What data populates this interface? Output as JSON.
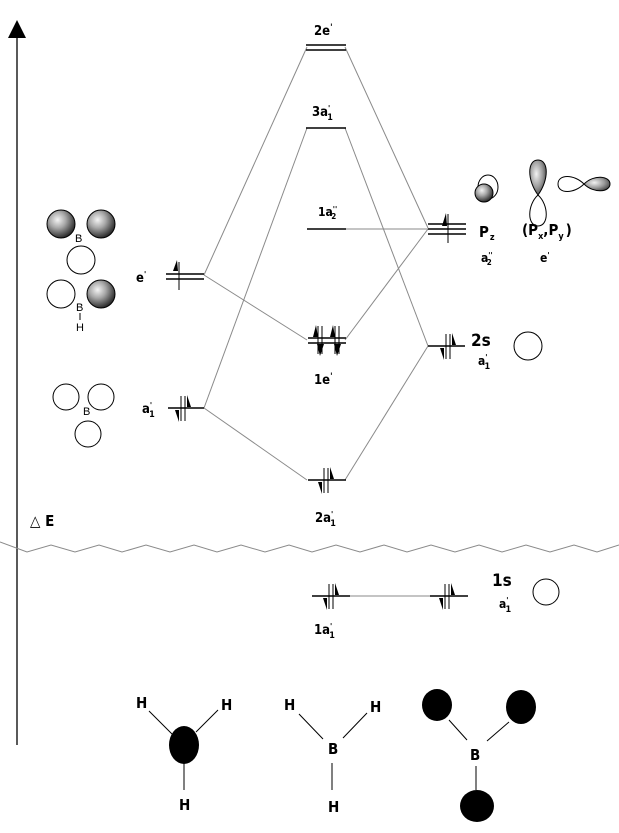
{
  "diagram": {
    "type": "molecular-orbital-diagram",
    "molecule": "BH3",
    "energy_axis_label": "△ E",
    "left_fragment": {
      "description": "H3 group orbitals",
      "levels": [
        {
          "id": "e-prime",
          "label": "e'",
          "label_main": "e",
          "label_sup": "'",
          "electrons": 1,
          "degenerate": 2
        },
        {
          "id": "a1-prime",
          "label": "a1'",
          "label_main": "a",
          "label_sup": "'",
          "label_sub": "1",
          "electrons": 2,
          "degenerate": 1
        }
      ],
      "atom_labels": {
        "boron": "B",
        "hydrogen": "H"
      }
    },
    "center_mos": [
      {
        "id": "2e-prime",
        "label_main": "2e",
        "label_sup": "'",
        "electrons": 0,
        "degenerate": 2
      },
      {
        "id": "3a1-prime",
        "label_main": "3a",
        "label_sup": "'",
        "label_sub": "1",
        "electrons": 0,
        "degenerate": 1
      },
      {
        "id": "1a2-double-prime",
        "label_main": "1a",
        "label_sup": "''",
        "label_sub": "2",
        "electrons": 0,
        "degenerate": 1
      },
      {
        "id": "1e-prime",
        "label_main": "1e",
        "label_sup": "'",
        "electrons": 4,
        "degenerate": 2
      },
      {
        "id": "2a1-prime",
        "label_main": "2a",
        "label_sup": "'",
        "label_sub": "1",
        "electrons": 2,
        "degenerate": 1
      },
      {
        "id": "1a1-prime",
        "label_main": "1a",
        "label_sup": "'",
        "label_sub": "1",
        "electrons": 2,
        "degenerate": 1
      }
    ],
    "right_fragment": {
      "description": "Boron atomic orbitals",
      "levels": [
        {
          "id": "2p",
          "electrons": 1,
          "degenerate": 3,
          "pz": {
            "label_main": "P",
            "label_sub": "z",
            "sym_main": "a",
            "sym_sup": "''",
            "sym_sub": "2"
          },
          "pxpy": {
            "open": "(",
            "p1_main": "P",
            "p1_sub": "x",
            "sep": ",",
            "p2_main": "P",
            "p2_sub": "y",
            "close": ")",
            "sym_main": "e",
            "sym_sup": "'"
          }
        },
        {
          "id": "2s",
          "label": "2s",
          "sym_main": "a",
          "sym_sup": "'",
          "sym_sub": "1",
          "electrons": 2,
          "degenerate": 1
        },
        {
          "id": "1s",
          "label": "1s",
          "sym_main": "a",
          "sym_sup": "'",
          "sym_sub": "1",
          "electrons": 2,
          "degenerate": 1
        }
      ]
    },
    "bottom_structures": [
      {
        "id": "hydrogen-lobes-with-filled-center",
        "atoms": [
          "H",
          "H",
          "H"
        ]
      },
      {
        "id": "bh3-structure",
        "center": "B",
        "atoms": [
          "H",
          "H",
          "H"
        ]
      },
      {
        "id": "boron-with-filled-lobes",
        "center": "B"
      }
    ]
  }
}
